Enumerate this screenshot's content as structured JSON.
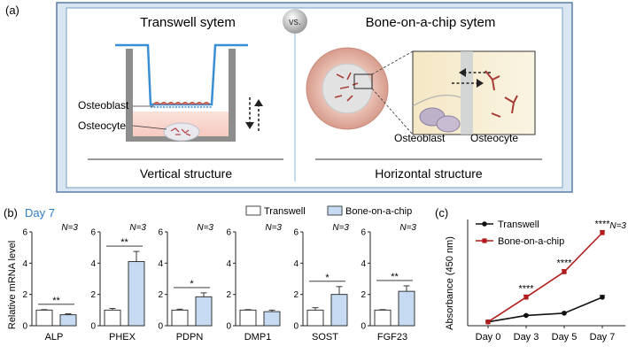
{
  "panel_a": {
    "label": "(a)",
    "left_title": "Transwell sytem",
    "vs": "vs.",
    "right_title": "Bone-on-a-chip sytem",
    "osteoblast": "Osteoblast",
    "osteocyte": "Osteocyte",
    "left_caption": "Vertical structure",
    "right_caption": "Horizontal structure",
    "colors": {
      "panel_bg": "#d9e6f2",
      "box_border": "#5b7da6",
      "insert": "#3a8fd4",
      "well": "#8d8d8d",
      "cell": "#b64a4a"
    }
  },
  "panel_b": {
    "label": "(b)",
    "day": "Day 7",
    "ylabel": "Relative mRNA level",
    "legend": [
      "Transwell",
      "Bone-on-a-chip"
    ],
    "colors": {
      "transwell": "#ffffff",
      "chip": "#c6dbf1",
      "day": "#2e7bc4"
    }
  },
  "panel_c": {
    "label": "(c)",
    "ylabel": "Absorbance (450 nm)",
    "n_label": "N=3",
    "colors": {
      "transwell": "#111111",
      "chip": "#b01c1c"
    }
  },
  "chart_data": [
    {
      "type": "bar",
      "category": "ALP",
      "n_label": "N=3",
      "ylim": [
        0,
        6
      ],
      "yticks": [
        "0",
        "2",
        "4",
        "6"
      ],
      "series": [
        {
          "name": "Transwell",
          "value": 1.0
        },
        {
          "name": "Bone-on-a-chip",
          "value": 0.7
        }
      ],
      "errors": [
        0.03,
        0.06
      ],
      "significance": "**"
    },
    {
      "type": "bar",
      "category": "PHEX",
      "n_label": "N=3",
      "ylim": [
        0,
        6
      ],
      "yticks": [
        "0",
        "2",
        "4",
        "6"
      ],
      "series": [
        {
          "name": "Transwell",
          "value": 1.0
        },
        {
          "name": "Bone-on-a-chip",
          "value": 4.1
        }
      ],
      "errors": [
        0.1,
        0.65
      ],
      "significance": "**"
    },
    {
      "type": "bar",
      "category": "PDPN",
      "n_label": "N=3",
      "ylim": [
        0,
        6
      ],
      "yticks": [
        "0",
        "2",
        "4",
        "6"
      ],
      "series": [
        {
          "name": "Transwell",
          "value": 1.0
        },
        {
          "name": "Bone-on-a-chip",
          "value": 1.85
        }
      ],
      "errors": [
        0.06,
        0.25
      ],
      "significance": "*"
    },
    {
      "type": "bar",
      "category": "DMP1",
      "n_label": "N=3",
      "ylim": [
        0,
        6
      ],
      "yticks": [
        "0",
        "2",
        "4",
        "6"
      ],
      "series": [
        {
          "name": "Transwell",
          "value": 1.0
        },
        {
          "name": "Bone-on-a-chip",
          "value": 0.9
        }
      ],
      "errors": [
        0.03,
        0.1
      ],
      "significance": ""
    },
    {
      "type": "bar",
      "category": "SOST",
      "n_label": "N=3",
      "ylim": [
        0,
        6
      ],
      "yticks": [
        "0",
        "2",
        "4",
        "6"
      ],
      "series": [
        {
          "name": "Transwell",
          "value": 1.0
        },
        {
          "name": "Bone-on-a-chip",
          "value": 2.0
        }
      ],
      "errors": [
        0.15,
        0.5
      ],
      "significance": "*"
    },
    {
      "type": "bar",
      "category": "FGF23",
      "n_label": "N=3",
      "ylim": [
        0,
        6
      ],
      "yticks": [
        "0",
        "2",
        "4",
        "6"
      ],
      "series": [
        {
          "name": "Transwell",
          "value": 1.0
        },
        {
          "name": "Bone-on-a-chip",
          "value": 2.2
        }
      ],
      "errors": [
        0.03,
        0.35
      ],
      "significance": "**"
    },
    {
      "type": "line",
      "categories": [
        "Day 0",
        "Day 3",
        "Day 5",
        "Day 7"
      ],
      "ylabel": "Absorbance (450 nm)",
      "ylim": [
        0,
        2.8
      ],
      "series": [
        {
          "name": "Transwell",
          "values": [
            0.1,
            0.27,
            0.33,
            0.75
          ],
          "errors": [
            0.02,
            0.02,
            0.02,
            0.05
          ]
        },
        {
          "name": "Bone-on-a-chip",
          "values": [
            0.1,
            0.75,
            1.42,
            2.45
          ],
          "errors": [
            0.02,
            0.06,
            0.06,
            0.06
          ]
        }
      ],
      "significance": [
        "",
        "****",
        "****",
        "****"
      ]
    }
  ]
}
